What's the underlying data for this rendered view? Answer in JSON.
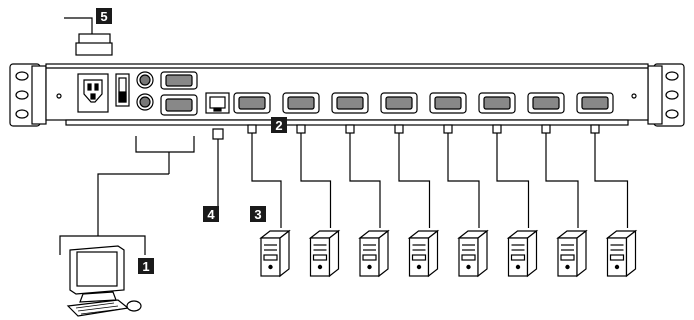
{
  "callouts": {
    "c1": "1",
    "c2": "2",
    "c3": "3",
    "c4": "4",
    "c5": "5"
  },
  "colors": {
    "line": "#000000",
    "callout_bg": "#1a1a1a",
    "callout_text": "#ffffff",
    "device_fill": "#ffffff"
  },
  "computers": {
    "count": 8
  }
}
